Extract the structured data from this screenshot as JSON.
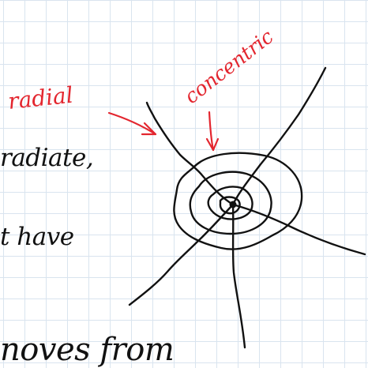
{
  "labels": {
    "radial": "radial",
    "concentric": "concentric"
  },
  "note_lines": [
    "radiate,",
    "t have",
    "noves from"
  ],
  "colors": {
    "ink": "#111111",
    "annotation": "#e3262f",
    "grid": "#d9e4ef",
    "paper": "#ffffff"
  }
}
